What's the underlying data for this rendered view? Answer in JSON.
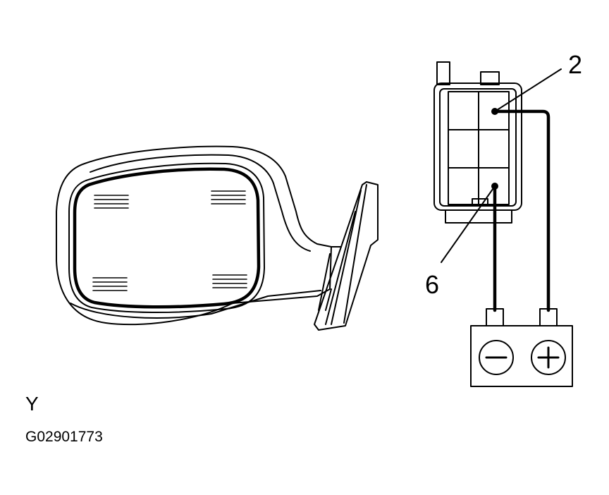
{
  "labels": {
    "terminal_2": "2",
    "terminal_6": "6",
    "view_letter": "Y",
    "figure_code": "G02901773"
  },
  "battery": {
    "negative_symbol": "minus-sign",
    "positive_symbol": "plus-sign"
  },
  "colors": {
    "line": "#000000",
    "background": "#ffffff"
  }
}
